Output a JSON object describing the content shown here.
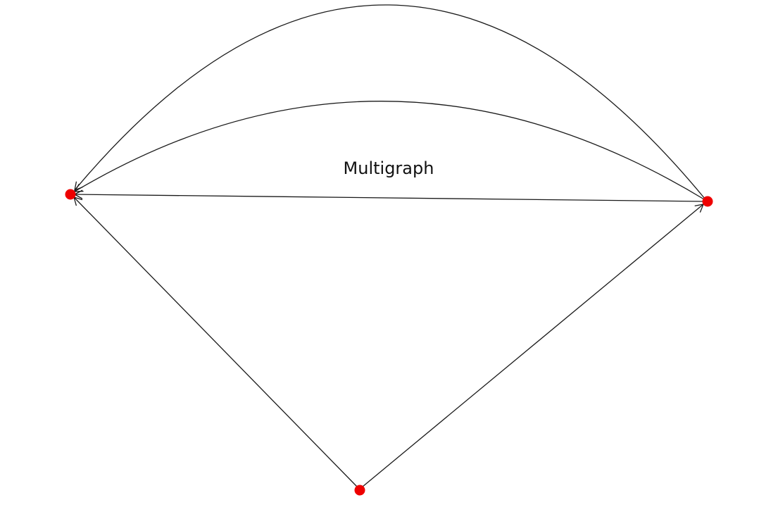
{
  "title": "Multigraph",
  "colors": {
    "node": "#ee0000",
    "edge": "#1a1a1a",
    "text": "#111111"
  },
  "nodes": [
    {
      "id": "left"
    },
    {
      "id": "right"
    },
    {
      "id": "bottom"
    }
  ],
  "edges": [
    {
      "id": "right-to-left-outer",
      "from": "right",
      "to": "left"
    },
    {
      "id": "right-to-left-inner",
      "from": "right",
      "to": "left"
    },
    {
      "id": "right-to-left-straight",
      "from": "right",
      "to": "left"
    },
    {
      "id": "bottom-to-left",
      "from": "bottom",
      "to": "left"
    },
    {
      "id": "bottom-to-right",
      "from": "bottom",
      "to": "right"
    }
  ]
}
